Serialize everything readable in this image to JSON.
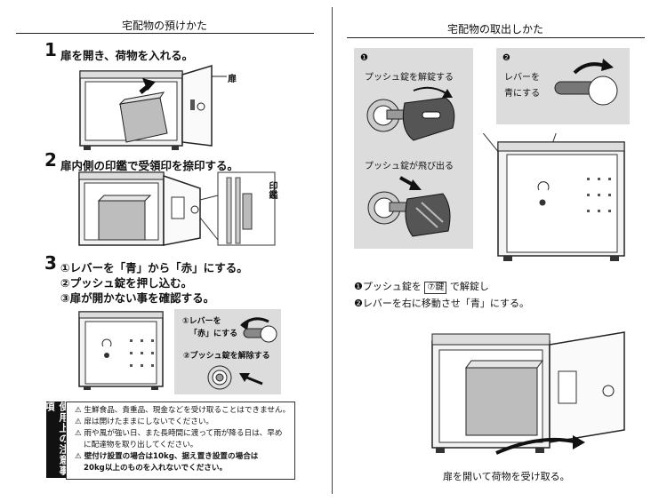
{
  "left": {
    "title": "宅配物の預けかた",
    "steps": [
      {
        "num": "1",
        "text": "扉を開き、荷物を入れる。",
        "callout": "扉"
      },
      {
        "num": "2",
        "text": "扉内側の印鑑で受領印を捺印する。",
        "callout": "印鑑"
      },
      {
        "num": "3",
        "lines": [
          "①レバーを「青」から「赤」にする。",
          "②プッシュ錠を押し込む。",
          "③扉が開かない事を確認する。"
        ],
        "inset_lever": [
          "①レバーを",
          "「赤」にする"
        ],
        "inset_push": "②プッシュ錠を解除する"
      }
    ],
    "caution": {
      "label": "使用上の注意事項",
      "items": [
        "⚠ 生鮮食品、貴重品、現金などを受け取ることはできません。",
        "⚠ 扉は開けたままにしないでください。",
        "⚠ 雨や風が強い日、また長時間に渡って雨が降る日は、早め",
        "に配達物を取り出してください。",
        "⚠ 壁付け設置の場合は10kg、据え置き設置の場合は",
        "20kg以上のものを入れないでください。"
      ]
    }
  },
  "right": {
    "title": "宅配物の取出しかた",
    "panel1": {
      "num": "❶",
      "label1": "プッシュ錠を解錠する",
      "label2": "プッシュ錠が飛び出る"
    },
    "panel2": {
      "num": "❷",
      "label": [
        "レバーを",
        "青にする"
      ]
    },
    "instructions": {
      "line1_pre": "❶プッシュ錠を",
      "line1_key": "⑦鍵",
      "line1_post": "で解錠し",
      "line2": "❷レバーを右に移動させ「青」にする。"
    },
    "bottom_caption": "扉を開いて荷物を受け取る。"
  }
}
